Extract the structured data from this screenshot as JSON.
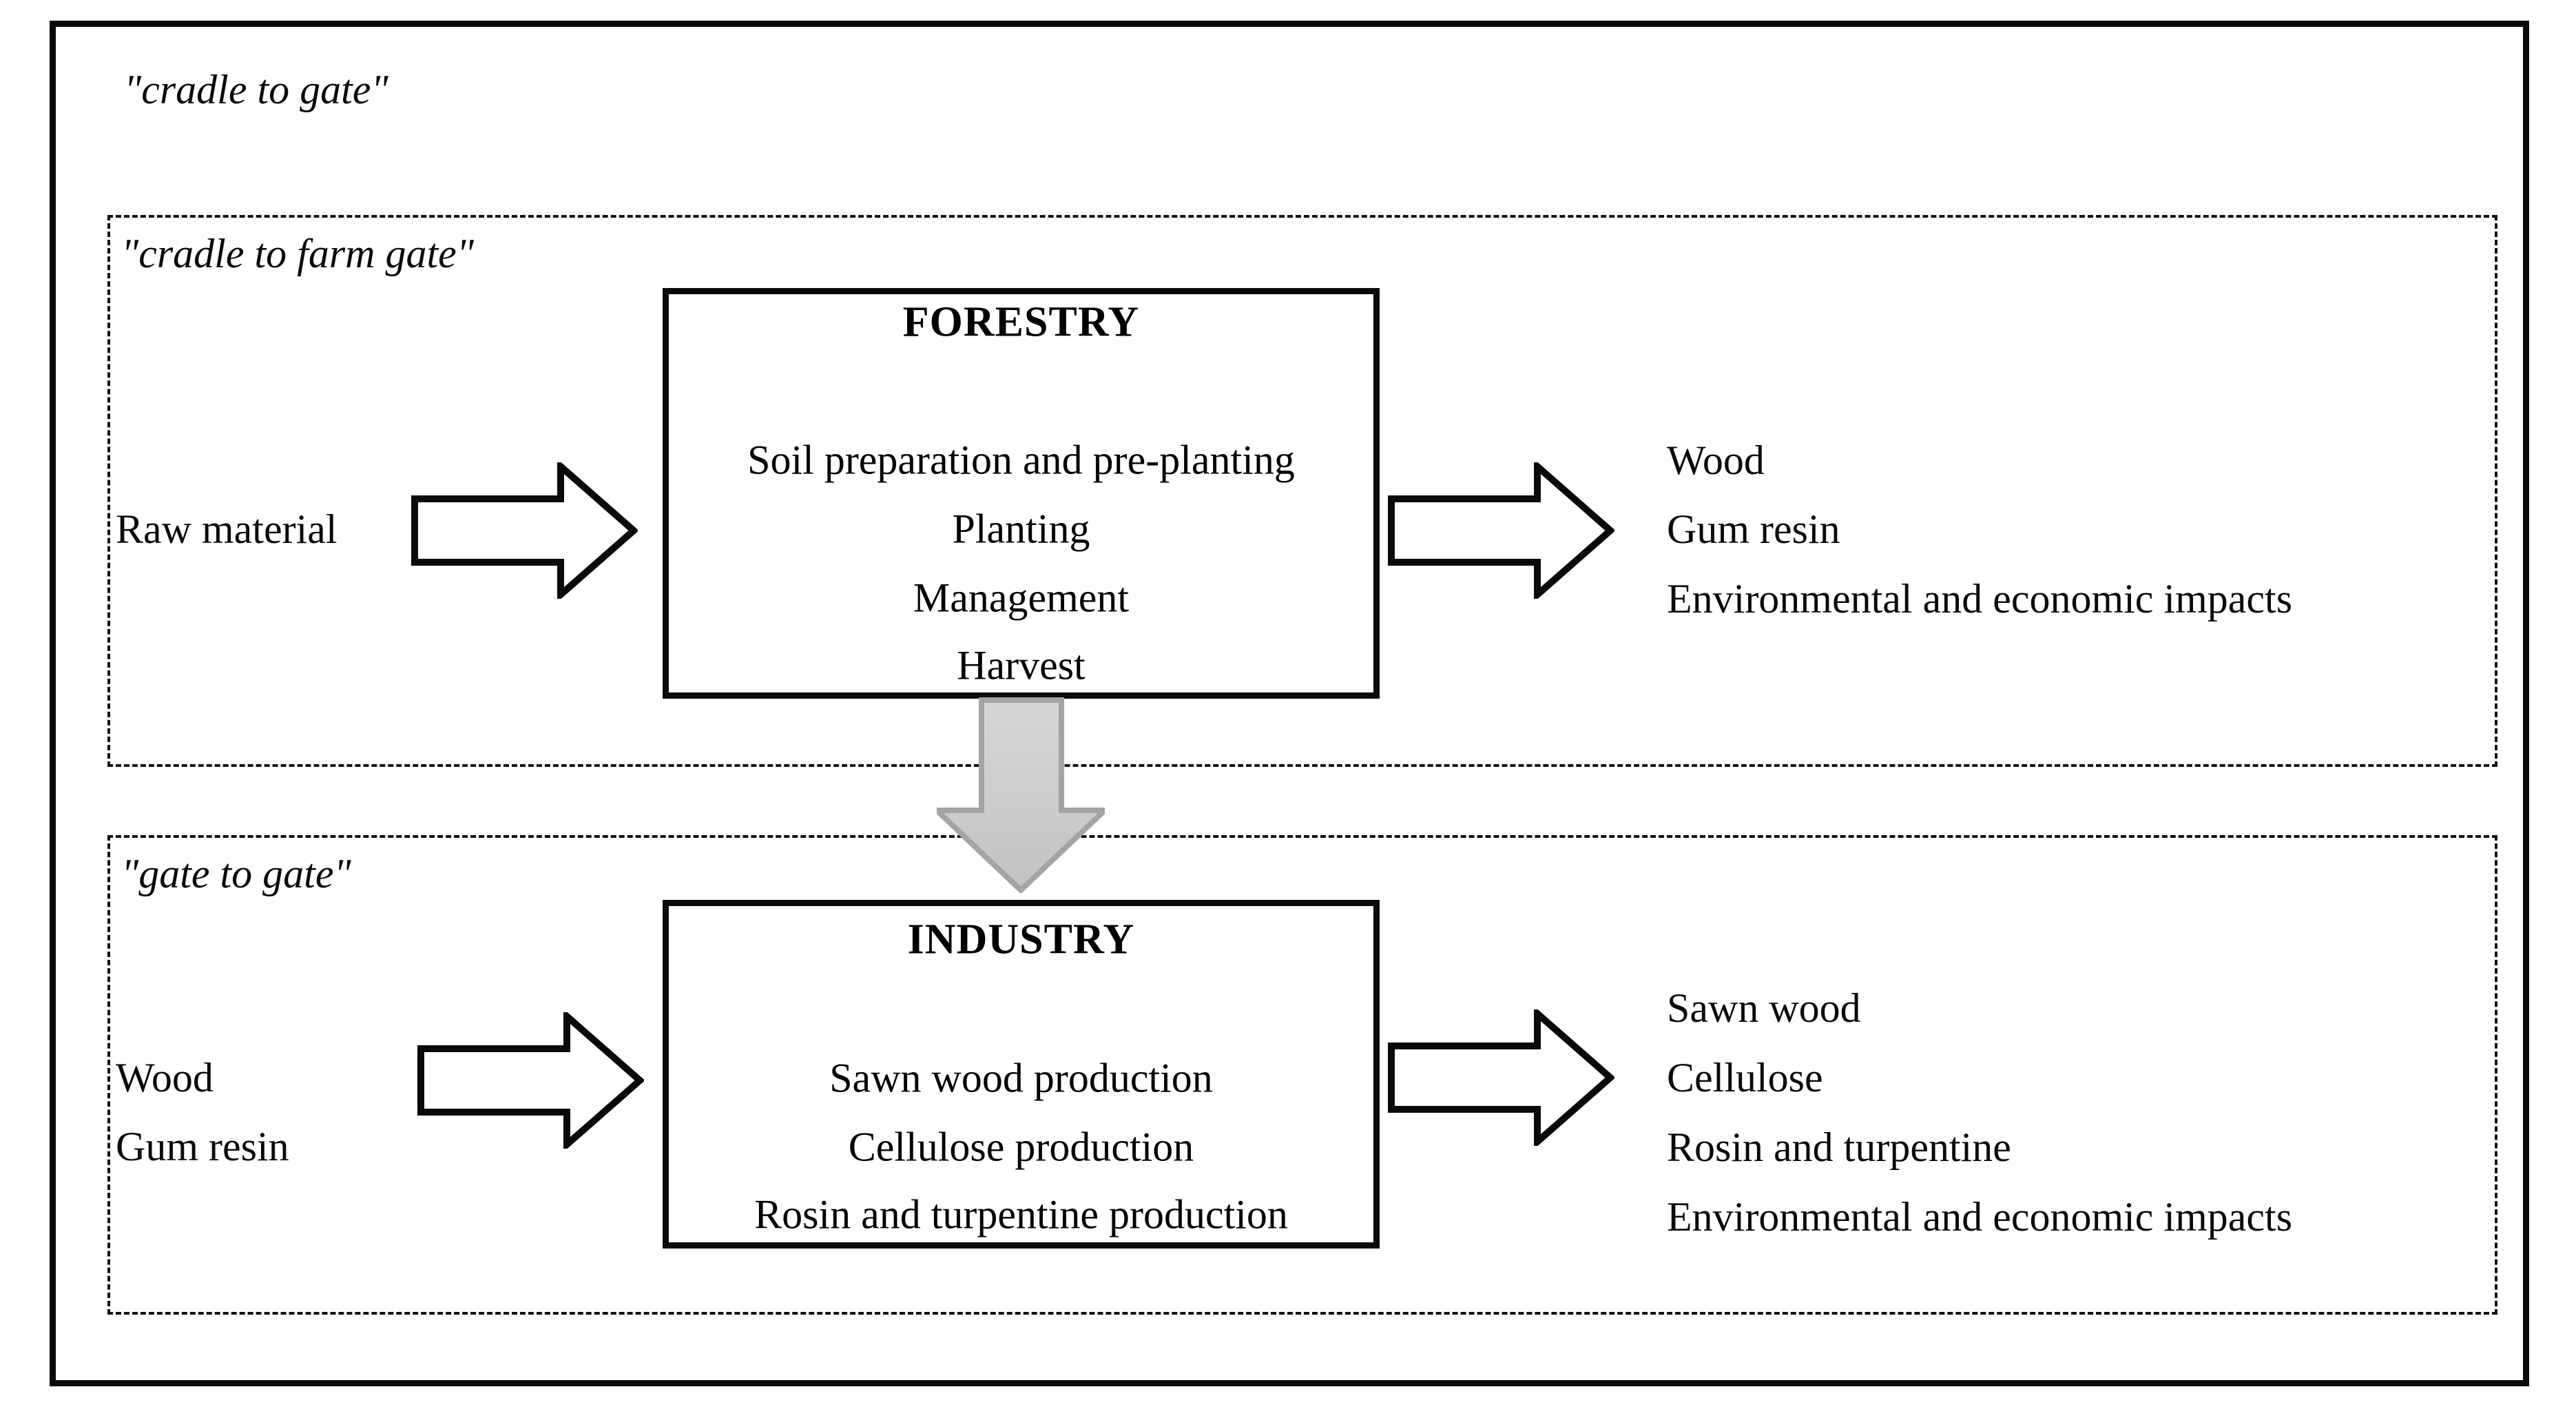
{
  "figure": {
    "scope_label": "\"cradle to gate\"",
    "sections": [
      {
        "scope_label": "\"cradle to farm gate\"",
        "inputs": [
          "Raw material"
        ],
        "process": {
          "title": "FORESTRY",
          "steps": [
            "Soil preparation and pre-planting",
            "Planting",
            "Management",
            "Harvest"
          ]
        },
        "outputs": [
          "Wood",
          "Gum resin",
          "Environmental and economic impacts"
        ]
      },
      {
        "scope_label": "\"gate to gate\"",
        "inputs": [
          "Wood",
          "Gum resin"
        ],
        "process": {
          "title": "INDUSTRY",
          "steps": [
            "Sawn wood production",
            "Cellulose production",
            "Rosin and turpentine production"
          ]
        },
        "outputs": [
          "Sawn wood",
          "Cellulose",
          "Rosin and turpentine",
          "Environmental and economic impacts"
        ]
      }
    ],
    "colors": {
      "line": "#0a0a0a",
      "background": "#ffffff",
      "process_arrow_fill": "#ffffff",
      "gray_arrow_fill_top": "#d7d7d7",
      "gray_arrow_fill_bottom": "#c3c3c3",
      "gray_arrow_stroke": "#a4a4a4"
    }
  }
}
